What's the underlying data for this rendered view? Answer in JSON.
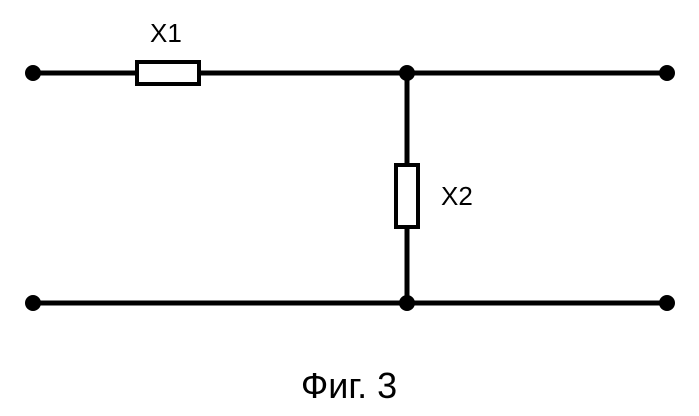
{
  "diagram": {
    "components": [
      {
        "id": "X1",
        "label": "X1"
      },
      {
        "id": "X2",
        "label": "X2"
      }
    ],
    "caption": "Фиг. 3",
    "colors": {
      "line": "#000000",
      "background": "#ffffff"
    }
  }
}
